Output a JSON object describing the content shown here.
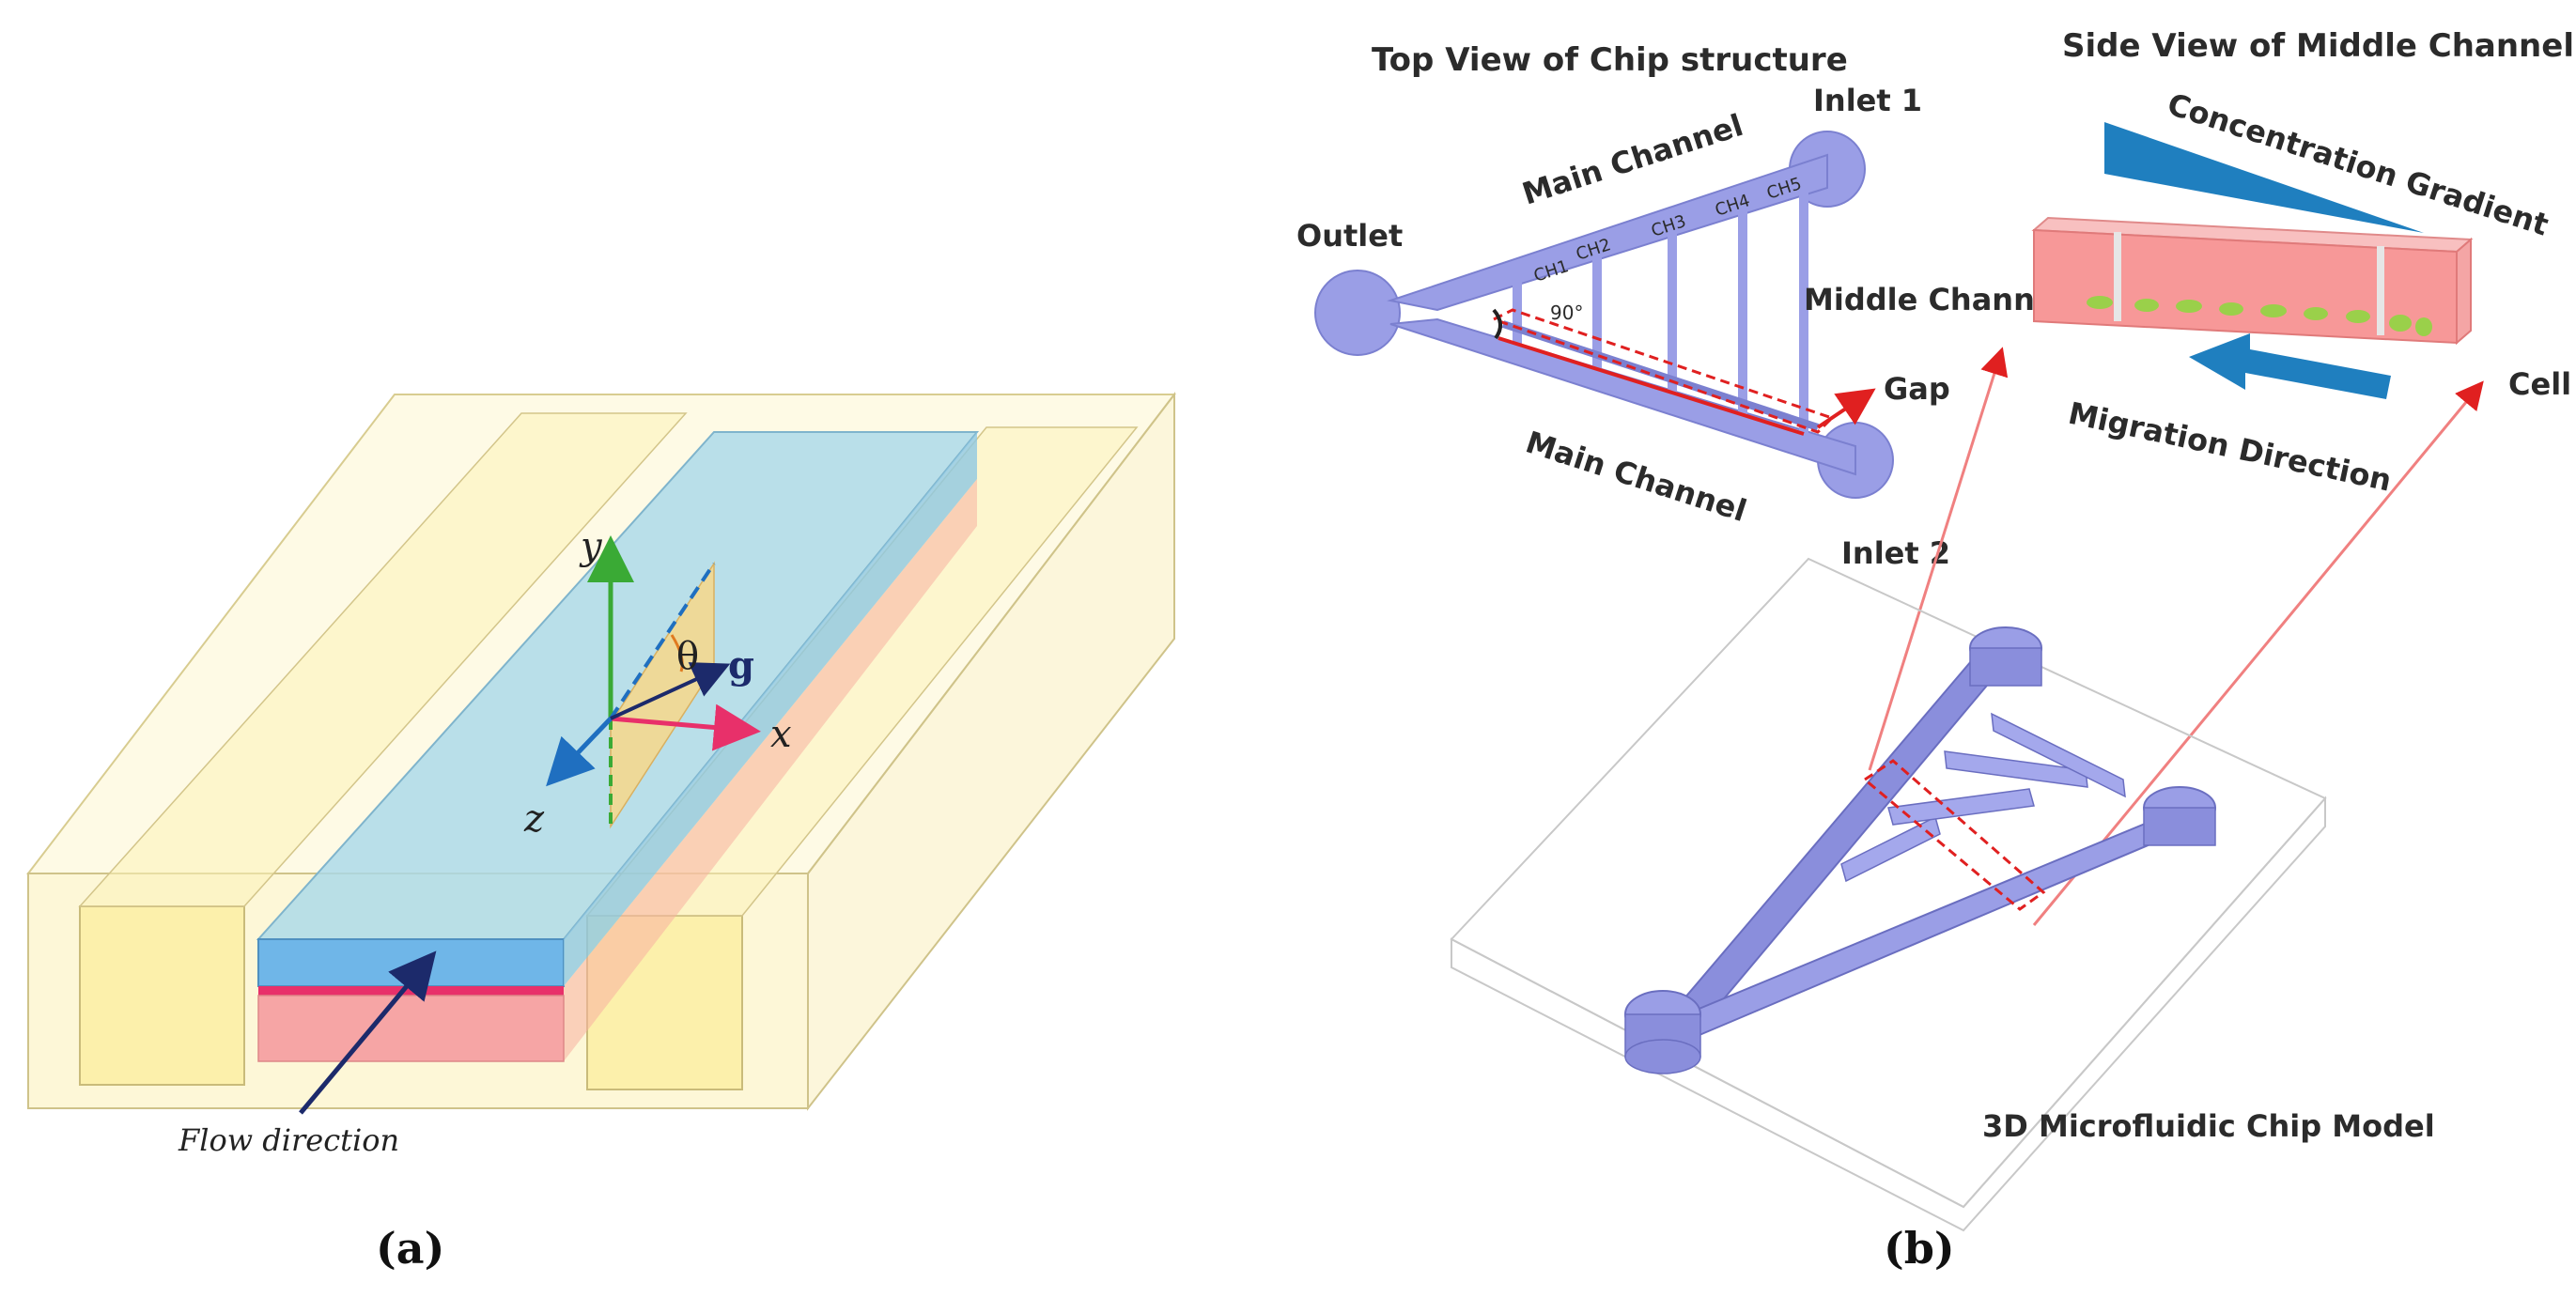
{
  "panel_a": {
    "caption": "(a)",
    "axes": {
      "y": "y",
      "x": "x",
      "z": "z",
      "theta": "θ",
      "g": "g"
    },
    "flow_label": "Flow direction"
  },
  "panel_b": {
    "caption": "(b)",
    "top_view_title": "Top View of Chip structure",
    "side_view_title": "Side View of Middle Channel",
    "inlet1": "Inlet 1",
    "inlet2": "Inlet 2",
    "outlet": "Outlet",
    "main_channel_top": "Main Channel",
    "main_channel_bottom": "Main Channel",
    "middle_channel": "Middle Channel",
    "gap": "Gap",
    "angle": "90°",
    "ch_labels": [
      "CH1",
      "CH2",
      "CH3",
      "CH4",
      "CH5"
    ],
    "concentration_gradient": "Concentration Gradient",
    "migration_direction": "Migration Direction",
    "cell": "Cell",
    "model_label": "3D Microfluidic Chip Model"
  },
  "colors": {
    "channel": "#9a9ee6",
    "box_yellow": "#fbf0a8",
    "fluid_blue": "#9fd3e6",
    "pink": "#f7a0a0",
    "arrow_blue": "#1f7fbf"
  }
}
